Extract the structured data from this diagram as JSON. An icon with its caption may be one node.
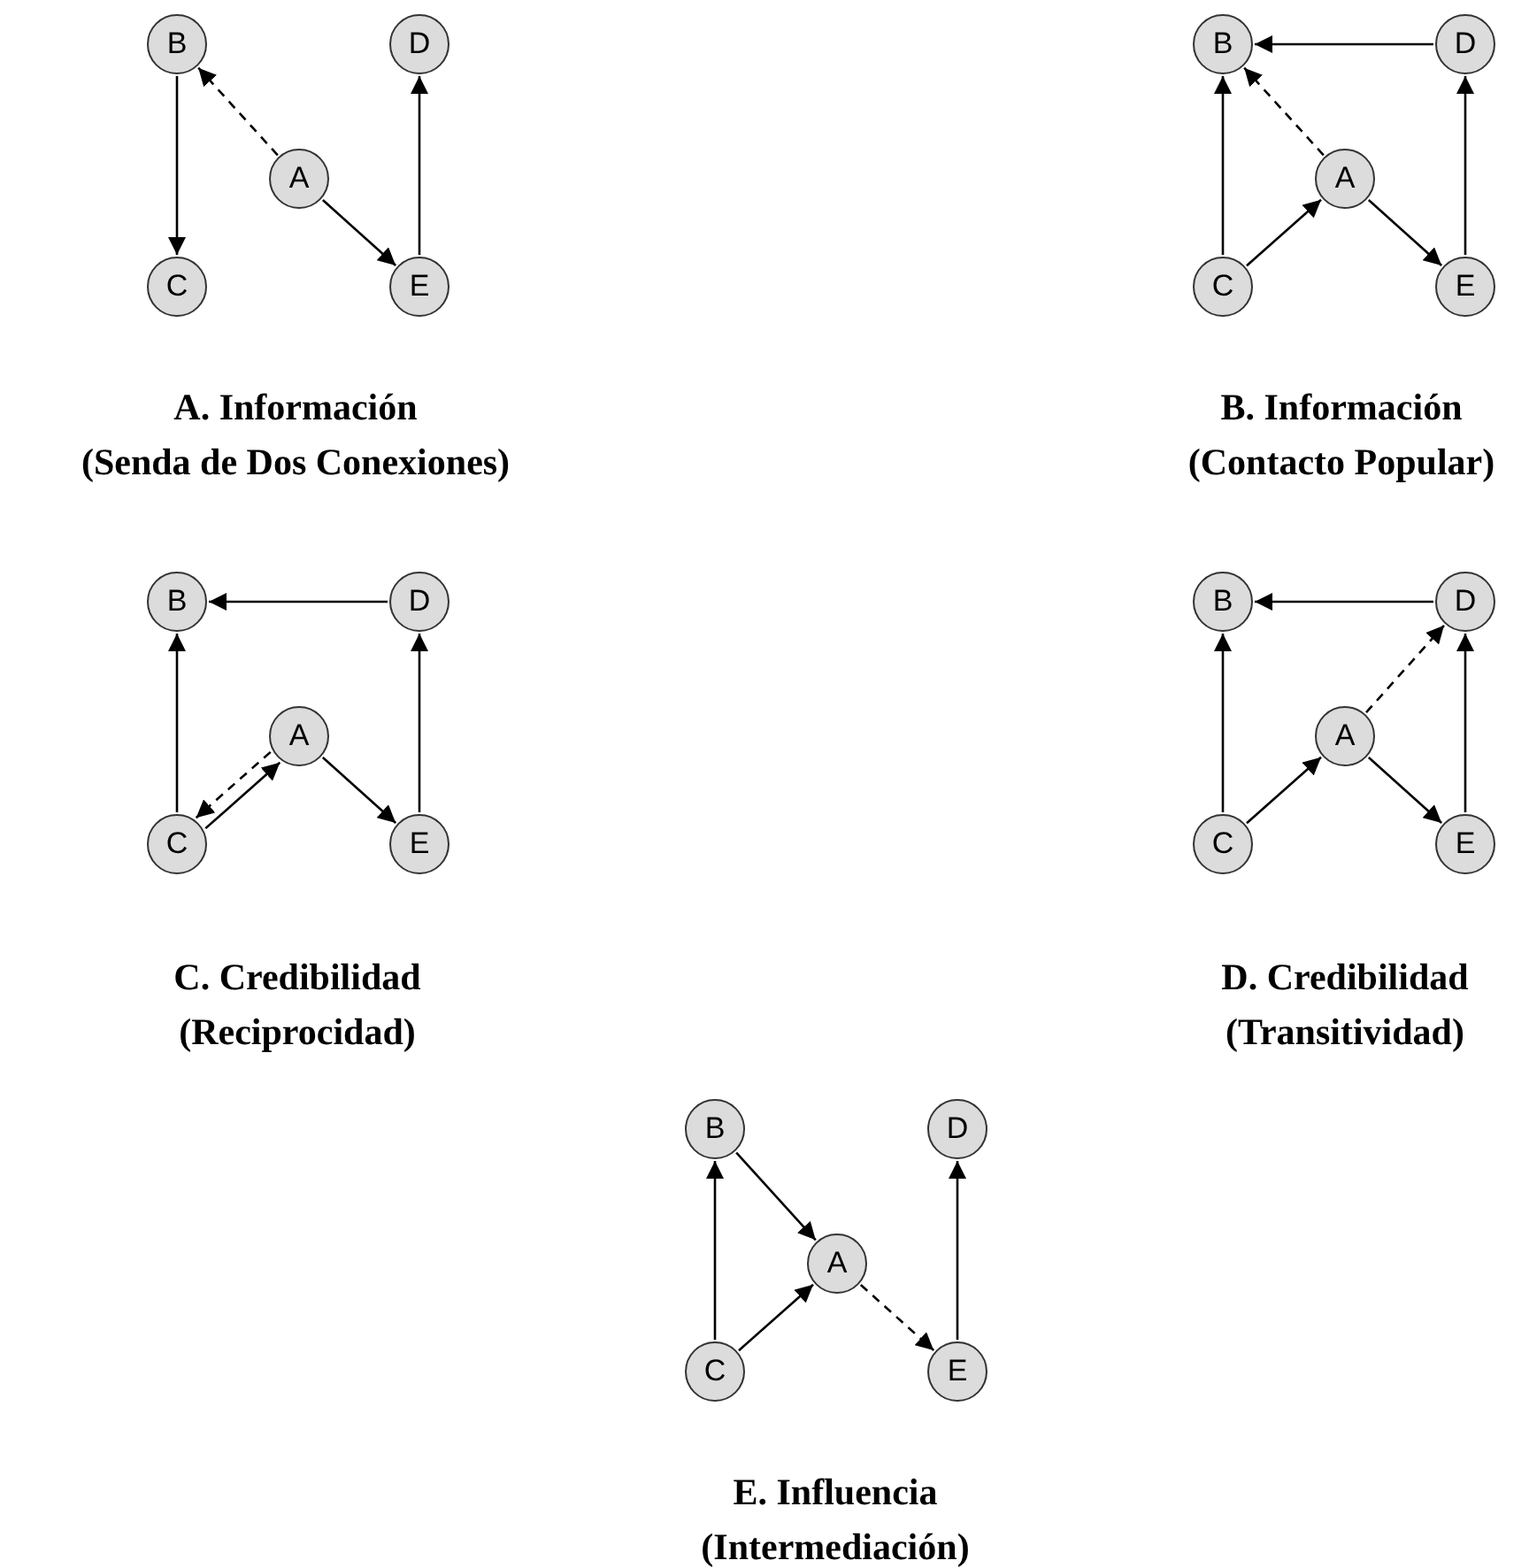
{
  "diagram": {
    "nodes": [
      {
        "text": [
          "B"
        ]
      },
      {
        "text": [
          "D"
        ]
      },
      {
        "text": [
          "A"
        ]
      },
      {
        "text": [
          "C"
        ]
      },
      {
        "text": [
          "E"
        ]
      },
      {
        "text": [
          "B"
        ]
      },
      {
        "text": [
          "D"
        ]
      },
      {
        "text": [
          "A"
        ]
      },
      {
        "text": [
          "C"
        ]
      },
      {
        "text": [
          "E"
        ]
      },
      {
        "text": [
          "B"
        ]
      },
      {
        "text": [
          "D"
        ]
      },
      {
        "text": [
          "A"
        ]
      },
      {
        "text": [
          "C"
        ]
      },
      {
        "text": [
          "E"
        ]
      },
      {
        "text": [
          "B"
        ]
      },
      {
        "text": [
          "D"
        ]
      },
      {
        "text": [
          "A"
        ]
      },
      {
        "text": [
          "C"
        ]
      },
      {
        "text": [
          "E"
        ]
      },
      {
        "text": [
          "B"
        ]
      },
      {
        "text": [
          "D"
        ]
      },
      {
        "text": [
          "A"
        ]
      },
      {
        "text": [
          "C"
        ]
      },
      {
        "text": [
          "E"
        ]
      }
    ],
    "edges": [
      {
        "from": 2,
        "to": 0,
        "arrow": "to",
        "style": "dashed"
      },
      {
        "from": 0,
        "to": 3,
        "arrow": "to"
      },
      {
        "from": 2,
        "to": 4,
        "arrow": "to"
      },
      {
        "from": 4,
        "to": 1,
        "arrow": "to"
      },
      {
        "from": 6,
        "to": 5,
        "arrow": "to"
      },
      {
        "from": 7,
        "to": 5,
        "arrow": "to",
        "style": "dashed"
      },
      {
        "from": 8,
        "to": 5,
        "arrow": "to"
      },
      {
        "from": 8,
        "to": 7,
        "arrow": "to"
      },
      {
        "from": 7,
        "to": 9,
        "arrow": "to"
      },
      {
        "from": 9,
        "to": 6,
        "arrow": "to"
      },
      {
        "from": 11,
        "to": 10,
        "arrow": "to"
      },
      {
        "from": 13,
        "to": 10,
        "arrow": "to"
      },
      {
        "from": 12,
        "to": 13,
        "arrow": "to",
        "style": "dashed"
      },
      {
        "from": 13,
        "to": 12,
        "arrow": "to"
      },
      {
        "from": 12,
        "to": 14,
        "arrow": "to"
      },
      {
        "from": 14,
        "to": 11,
        "arrow": "to"
      },
      {
        "from": 16,
        "to": 15,
        "arrow": "to"
      },
      {
        "from": 18,
        "to": 15,
        "arrow": "to"
      },
      {
        "from": 18,
        "to": 17,
        "arrow": "to"
      },
      {
        "from": 17,
        "to": 16,
        "arrow": "to",
        "style": "dashed"
      },
      {
        "from": 17,
        "to": 19,
        "arrow": "to"
      },
      {
        "from": 19,
        "to": 16,
        "arrow": "to"
      },
      {
        "from": 23,
        "to": 20,
        "arrow": "to"
      },
      {
        "from": 20,
        "to": 22,
        "arrow": "to"
      },
      {
        "from": 23,
        "to": 22,
        "arrow": "to"
      },
      {
        "from": 22,
        "to": 24,
        "arrow": "to",
        "style": "dashed"
      },
      {
        "from": 24,
        "to": 21,
        "arrow": "to"
      }
    ],
    "labels": [
      "A. Información",
      "B. Información",
      "(Senda de Dos Conexiones)",
      "(Contacto Popular)",
      "C. Credibilidad",
      "D. Credibilidad",
      "(Reciprocidad)",
      "(Transitividad)",
      "E. Influencia",
      "(Intermediación)"
    ]
  }
}
